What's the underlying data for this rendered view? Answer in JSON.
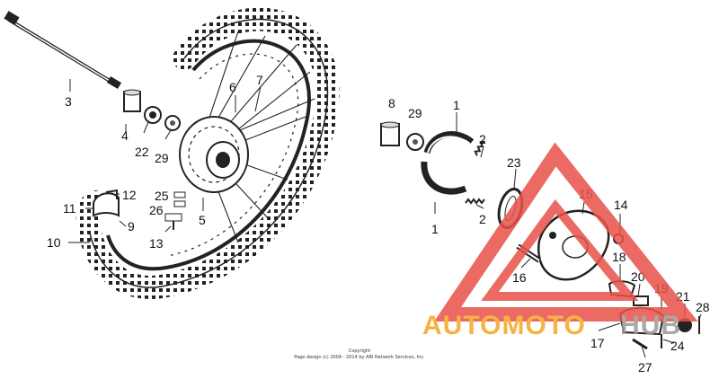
{
  "diagram": {
    "parts": [
      {
        "id": "part-3",
        "label": "3"
      },
      {
        "id": "part-4",
        "label": "4"
      },
      {
        "id": "part-22",
        "label": "22"
      },
      {
        "id": "part-29a",
        "label": "29"
      },
      {
        "id": "part-6",
        "label": "6"
      },
      {
        "id": "part-7",
        "label": "7"
      },
      {
        "id": "part-11",
        "label": "11"
      },
      {
        "id": "part-12",
        "label": "12"
      },
      {
        "id": "part-9",
        "label": "9"
      },
      {
        "id": "part-10",
        "label": "10"
      },
      {
        "id": "part-25",
        "label": "25"
      },
      {
        "id": "part-26",
        "label": "26"
      },
      {
        "id": "part-13",
        "label": "13"
      },
      {
        "id": "part-5",
        "label": "5"
      },
      {
        "id": "part-8",
        "label": "8"
      },
      {
        "id": "part-29b",
        "label": "29"
      },
      {
        "id": "part-1a",
        "label": "1"
      },
      {
        "id": "part-2a",
        "label": "2"
      },
      {
        "id": "part-2b",
        "label": "2"
      },
      {
        "id": "part-1b",
        "label": "1"
      },
      {
        "id": "part-23",
        "label": "23"
      },
      {
        "id": "part-15",
        "label": "15"
      },
      {
        "id": "part-14",
        "label": "14"
      },
      {
        "id": "part-16",
        "label": "16"
      },
      {
        "id": "part-18",
        "label": "18"
      },
      {
        "id": "part-20",
        "label": "20"
      },
      {
        "id": "part-19",
        "label": "19"
      },
      {
        "id": "part-21",
        "label": "21"
      },
      {
        "id": "part-28",
        "label": "28"
      },
      {
        "id": "part-17",
        "label": "17"
      },
      {
        "id": "part-24",
        "label": "24"
      },
      {
        "id": "part-27",
        "label": "27"
      }
    ],
    "copyright": {
      "line1": "Copyright",
      "line2": "Page design (c) 2004 - 2014 by ARI Network Services, Inc."
    }
  },
  "watermark": {
    "text_left": "AUTOMOTO",
    "text_right": "HUB",
    "colors": {
      "triangle": "#e8524a",
      "text_orange": "#f5a623",
      "text_gray": "#9a9a9a"
    }
  }
}
